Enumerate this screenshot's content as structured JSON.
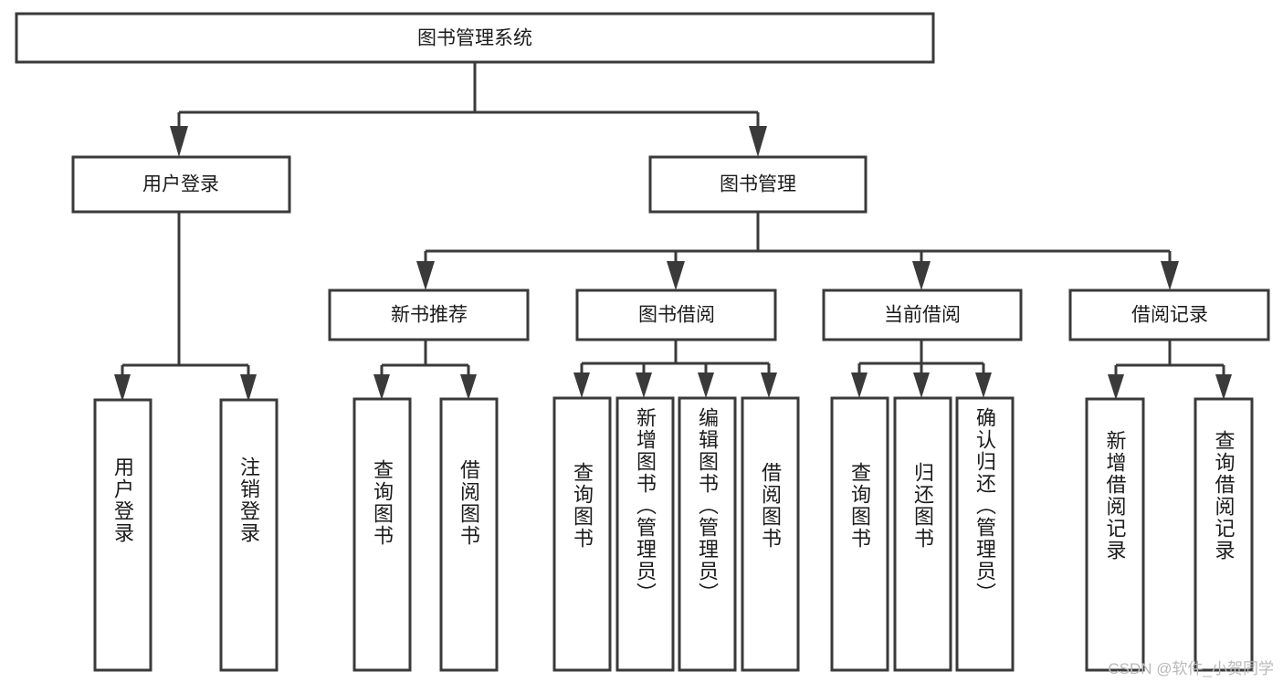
{
  "diagram": {
    "type": "tree-hierarchy",
    "title": "图书管理系统",
    "watermark": "CSDN @软件_小贺同学",
    "colors": {
      "stroke": "#3a3a3a",
      "fill": "#ffffff",
      "text": "#1b1b1b",
      "watermark": "#b9b9b9",
      "background": "#ffffff"
    },
    "root": {
      "label": "图书管理系统",
      "orientation": "horizontal"
    },
    "level1": [
      {
        "label": "用户登录",
        "orientation": "horizontal"
      },
      {
        "label": "图书管理",
        "orientation": "horizontal"
      }
    ],
    "level2": [
      {
        "label": "新书推荐",
        "orientation": "horizontal",
        "parent": "图书管理"
      },
      {
        "label": "图书借阅",
        "orientation": "horizontal",
        "parent": "图书管理"
      },
      {
        "label": "当前借阅",
        "orientation": "horizontal",
        "parent": "图书管理"
      },
      {
        "label": "借阅记录",
        "orientation": "horizontal",
        "parent": "图书管理"
      }
    ],
    "leaves": [
      {
        "label": "用户登录",
        "orientation": "vertical",
        "parent": "用户登录"
      },
      {
        "label": "注销登录",
        "orientation": "vertical",
        "parent": "用户登录"
      },
      {
        "label": "查询图书",
        "orientation": "vertical",
        "parent": "新书推荐"
      },
      {
        "label": "借阅图书",
        "orientation": "vertical",
        "parent": "新书推荐"
      },
      {
        "label": "查询图书",
        "orientation": "vertical",
        "parent": "图书借阅"
      },
      {
        "label": "新增图书（管理员）",
        "orientation": "vertical",
        "parent": "图书借阅"
      },
      {
        "label": "编辑图书（管理员）",
        "orientation": "vertical",
        "parent": "图书借阅"
      },
      {
        "label": "借阅图书",
        "orientation": "vertical",
        "parent": "图书借阅"
      },
      {
        "label": "查询图书",
        "orientation": "vertical",
        "parent": "当前借阅"
      },
      {
        "label": "归还图书",
        "orientation": "vertical",
        "parent": "当前借阅"
      },
      {
        "label": "确认归还（管理员）",
        "orientation": "vertical",
        "parent": "当前借阅"
      },
      {
        "label": "新增借阅记录",
        "orientation": "vertical",
        "parent": "借阅记录"
      },
      {
        "label": "查询借阅记录",
        "orientation": "vertical",
        "parent": "借阅记录"
      }
    ]
  }
}
